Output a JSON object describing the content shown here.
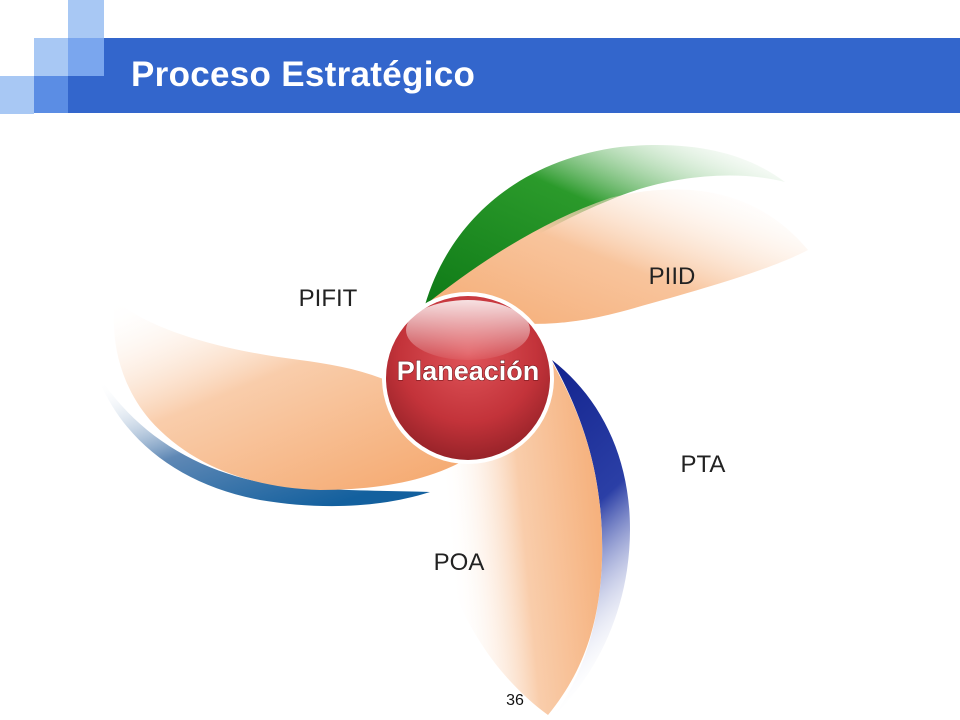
{
  "slide": {
    "title": "Proceso Estratégico",
    "page_number": "36"
  },
  "diagram": {
    "center": "Planeación",
    "blades": [
      {
        "label": "PIID",
        "accent": "#1e8a1e"
      },
      {
        "label": "PTA",
        "accent": "#1a2f9a"
      },
      {
        "label": "POA",
        "accent": "#f6b98a"
      },
      {
        "label": "PIFIT",
        "accent": "#1f6fa8"
      }
    ]
  },
  "colors": {
    "title_bar": "#3366cc",
    "deco_light": "#9fc3f2",
    "deco_mid": "#6b9ae6",
    "blade_fill": "#f6b98a",
    "center_fill": "#c0303a"
  }
}
